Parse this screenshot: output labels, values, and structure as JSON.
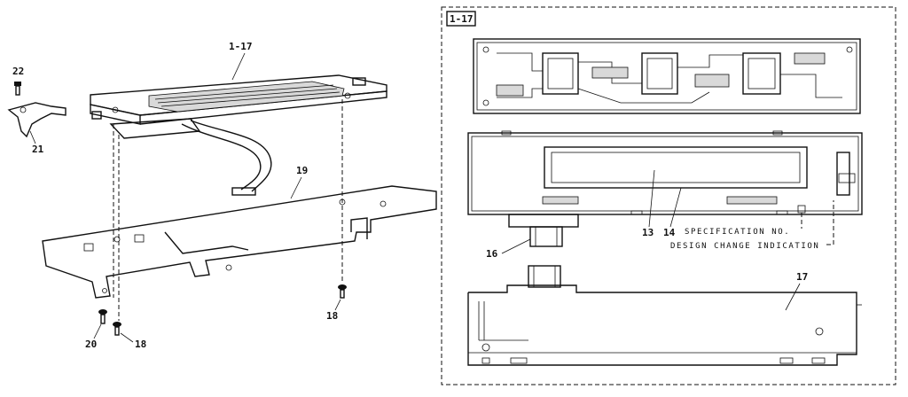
{
  "labels": {
    "assembly_left": "1-17",
    "frame_box": "1-17",
    "screw_top": "22",
    "bracket": "21",
    "plate": "19",
    "screw_left": "20",
    "screw_mid": "18",
    "screw_right": "18",
    "display": "13",
    "panel": "14",
    "cable": "16",
    "board": "17"
  },
  "notes": {
    "spec": "SPECIFICATION NO.",
    "design": "DESIGN CHANGE INDICATION"
  }
}
